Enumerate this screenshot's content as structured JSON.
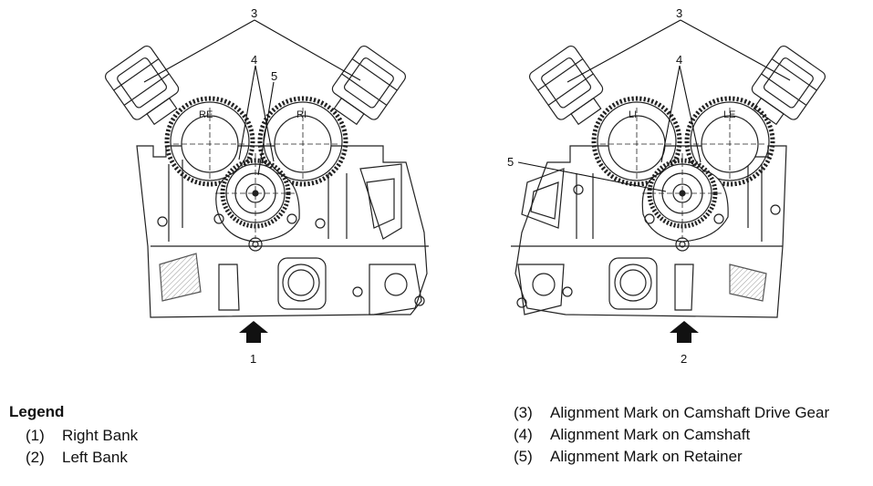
{
  "callouts": {
    "drive_gear": "3",
    "camshaft": "4",
    "retainer": "5",
    "view_right": "1",
    "view_left": "2"
  },
  "gear_labels": {
    "right_exhaust": "RE",
    "right_intake": "RI",
    "left_intake": "LI",
    "left_exhaust": "LE"
  },
  "legend": {
    "title": "Legend",
    "left": [
      {
        "num": "(1)",
        "text": "Right Bank"
      },
      {
        "num": "(2)",
        "text": "Left Bank"
      }
    ],
    "right": [
      {
        "num": "(3)",
        "text": "Alignment Mark on Camshaft Drive Gear"
      },
      {
        "num": "(4)",
        "text": "Alignment Mark on Camshaft"
      },
      {
        "num": "(5)",
        "text": "Alignment Mark on Retainer"
      }
    ]
  }
}
